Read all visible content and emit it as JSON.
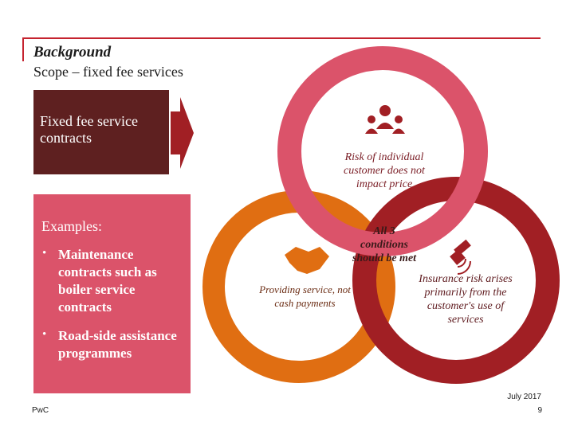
{
  "header": {
    "title": "Background",
    "subtitle": "Scope – fixed fee services"
  },
  "left_panel": {
    "label": "Fixed fee service contracts",
    "examples_heading": "Examples:",
    "examples": [
      "Maintenance contracts such as boiler service contracts",
      "Road-side assistance programmes"
    ]
  },
  "venn": {
    "top_circle": {
      "text": "Risk of individual customer does not impact price",
      "icon": "people-group-icon",
      "color": "#db536a"
    },
    "left_circle": {
      "text": "Providing service, not cash payments",
      "icon": "handshake-icon",
      "color": "#e06e12"
    },
    "right_circle": {
      "text": "Insurance risk arises primarily from the customer's use of services",
      "icon": "satellite-icon",
      "color": "#a11f24"
    },
    "center": {
      "text": "All 3 conditions should be met"
    }
  },
  "footer": {
    "date": "July 2017",
    "brand": "PwC",
    "page": "9"
  },
  "colors": {
    "dark_box": "#5e2020",
    "pink_box": "#db536a",
    "arrow": "#a11f24",
    "accent_line": "#c5232f"
  }
}
